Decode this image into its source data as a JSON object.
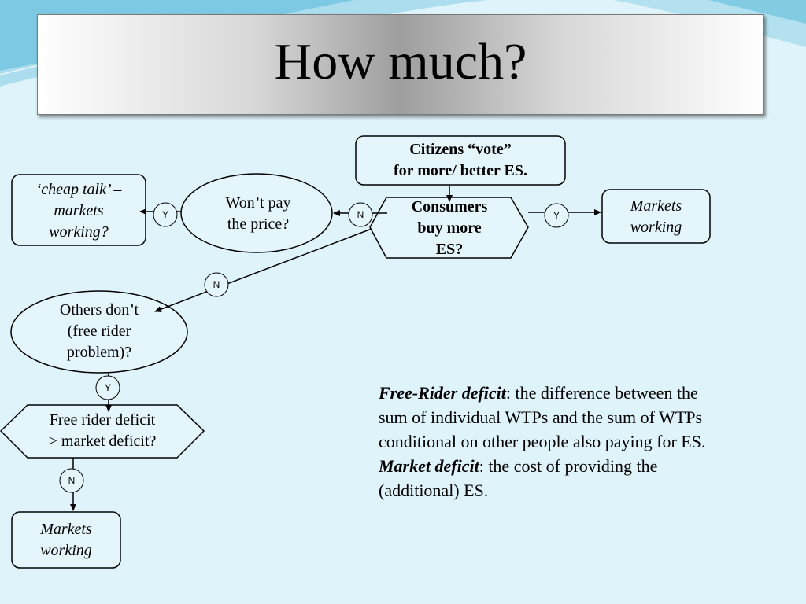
{
  "slide": {
    "title": "How much?"
  },
  "nodes": {
    "citizens_vote": {
      "line1": "Citizens “vote”",
      "line2": "for more/ better ES."
    },
    "consumers_buy": {
      "line1": "Consumers",
      "line2": "buy more",
      "line3": "ES?"
    },
    "markets_working_right": {
      "line1": "Markets",
      "line2": "working"
    },
    "wont_pay": {
      "line1": "Won’t pay",
      "line2": "the price?"
    },
    "cheap_talk": {
      "line1": "‘cheap talk’ –",
      "line2": "markets",
      "line3": "working?"
    },
    "others_dont": {
      "line1": "Others don’t",
      "line2": "(free rider",
      "line3": "problem)?"
    },
    "free_rider_vs_market": {
      "line1": "Free rider deficit",
      "line2": "> market deficit?"
    },
    "markets_working_bottom": {
      "line1": "Markets",
      "line2": "working"
    }
  },
  "edge_labels": {
    "consumers_to_markets": "Y",
    "consumers_to_wont_pay": "N",
    "wont_pay_to_cheap_talk": "Y",
    "consumers_to_others": "N",
    "others_to_deficit": "Y",
    "deficit_to_markets": "N"
  },
  "definitions": {
    "free_rider_term": "Free-Rider deficit",
    "free_rider_text": ":  the difference between the sum of individual WTPs and the sum of WTPs conditional on other people also paying for ES.",
    "market_term": "Market deficit",
    "market_text": ": the cost of providing the (additional) ES."
  }
}
